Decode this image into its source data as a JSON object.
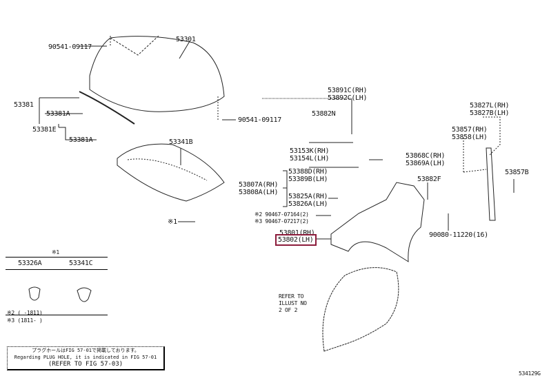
{
  "labels": {
    "p90541_09117_top": "90541-09117",
    "p53301": "53301",
    "p53381": "53381",
    "p53381A_1": "53381A",
    "p53381E": "53381E",
    "p53381A_2": "53381A",
    "p90541_09117_right": "90541-09117",
    "p53341B": "53341B",
    "note1_mark": "※1",
    "p53891C": "53891C(RH)",
    "p53892C": "53892C(LH)",
    "p53882N": "53882N",
    "p53153K": "53153K(RH)",
    "p53154L": "53154L(LH)",
    "p53388D": "53388D(RH)",
    "p53389B": "53389B(LH)",
    "p53807A": "53807A(RH)",
    "p53808A": "53808A(LH)",
    "p53825A": "53825A(RH)",
    "p53826A": "53826A(LH)",
    "p90467_07164": "※2 90467-07164(2)",
    "p90467_07217": "※3 90467-07217(2)",
    "p53801": "53801(RH)",
    "p53802": "53802(LH)",
    "p53868C": "53868C(RH)",
    "p53869A": "53869A(LH)",
    "p53882F": "53882F",
    "p90080_11220": "90080-11220(16)",
    "p53827L": "53827L(RH)",
    "p53827B": "53827B(LH)",
    "p53857": "53857(RH)",
    "p53858": "53858(LH)",
    "p53857B": "53857B",
    "refer_illust": [
      "REFER TO",
      "ILLUST NO",
      "2 OF 2"
    ]
  },
  "legend": {
    "title": "※1",
    "col1": "53326A",
    "col2": "53341C"
  },
  "footnotes": {
    "n2": "※2 (      -1811)",
    "n3": "※3 (1811-      )"
  },
  "note": {
    "line1": "プラグホールはFIG 57-01で掲載しております。",
    "line2": "Regarding PLUG HOLE, it is indicated in FIG 57-01",
    "line3": "(REFER TO FIG 57-03)"
  },
  "figure_id": "534129G",
  "highlight_color": "#8b1a3a"
}
